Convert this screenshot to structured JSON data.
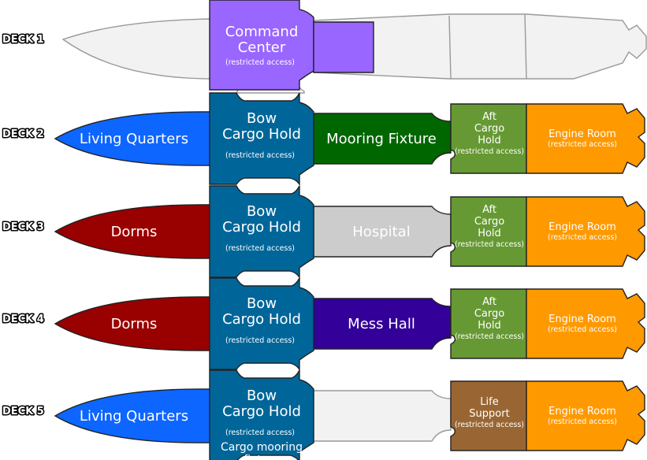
{
  "decks": [
    {
      "label": "DECK 1",
      "rooms": {
        "center": {
          "title": "Command Center",
          "note": "(restricted access)",
          "color": "#9966ff"
        }
      }
    },
    {
      "label": "DECK 2",
      "rooms": {
        "bow": {
          "title": "Living Quarters",
          "color": "#0d66ff"
        },
        "center": {
          "title": "Bow Cargo Hold",
          "note": "(restricted access)",
          "color": "#006699"
        },
        "mid": {
          "title": "Mooring Fixture",
          "color": "#006600"
        },
        "aft": {
          "title": "Aft Cargo Hold",
          "note": "(restricted access)",
          "color": "#669933"
        },
        "engine": {
          "title": "Engine Room",
          "note": "(restricted access)",
          "color": "#ff9900"
        }
      }
    },
    {
      "label": "DECK 3",
      "rooms": {
        "bow": {
          "title": "Dorms",
          "color": "#990000"
        },
        "center": {
          "title": "Bow Cargo Hold",
          "note": "(restricted access)",
          "color": "#006699"
        },
        "mid": {
          "title": "Hospital",
          "color": "#cccccc"
        },
        "aft": {
          "title": "Aft Cargo Hold",
          "note": "(restricted access)",
          "color": "#669933"
        },
        "engine": {
          "title": "Engine Room",
          "note": "(restricted access)",
          "color": "#ff9900"
        }
      }
    },
    {
      "label": "DECK 4",
      "rooms": {
        "bow": {
          "title": "Dorms",
          "color": "#990000"
        },
        "center": {
          "title": "Bow Cargo Hold",
          "note": "(restricted access)",
          "color": "#006699"
        },
        "mid": {
          "title": "Mess Hall",
          "color": "#330099"
        },
        "aft": {
          "title": "Aft Cargo Hold",
          "note": "(restricted access)",
          "color": "#669933"
        },
        "engine": {
          "title": "Engine Room",
          "note": "(restricted access)",
          "color": "#ff9900"
        }
      }
    },
    {
      "label": "DECK 5",
      "rooms": {
        "bow": {
          "title": "Living Quarters",
          "color": "#0d66ff"
        },
        "center": {
          "title": "Bow Cargo Hold",
          "note": "(restricted access)",
          "extra": "Cargo mooring fixture",
          "color": "#006699"
        },
        "aft": {
          "title": "Life Support",
          "note": "(restricted access)",
          "color": "#996633"
        },
        "engine": {
          "title": "Engine Room",
          "note": "(restricted access)",
          "color": "#ff9900"
        }
      }
    }
  ]
}
